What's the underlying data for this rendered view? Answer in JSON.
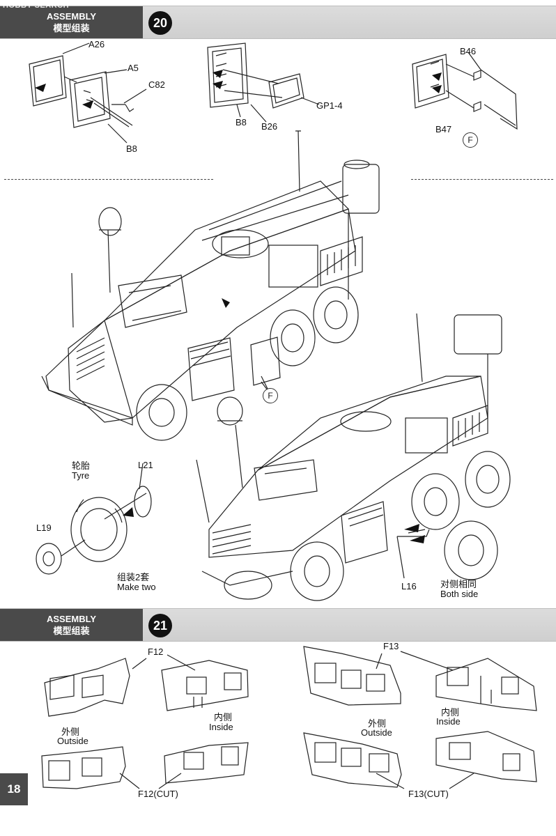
{
  "watermark": "HOBBY SEARCH",
  "page_number": "18",
  "step20": {
    "header_en": "ASSEMBLY",
    "header_cn": "模型组装",
    "number": "20",
    "labels": {
      "a26": "A26",
      "a5": "A5",
      "c82": "C82",
      "b8_left": "B8",
      "b8_mid": "B8",
      "b26": "B26",
      "gp14": "GP1-4",
      "b46": "B46",
      "b47": "B47",
      "f_top": "F",
      "f_truck": "F",
      "tyre_cn": "轮胎",
      "tyre_en": "Tyre",
      "l21": "L21",
      "l19": "L19",
      "make_two_cn": "组装2套",
      "make_two_en": "Make two",
      "l16": "L16",
      "both_side_cn": "对侧相同",
      "both_side_en": "Both side"
    }
  },
  "step21": {
    "header_en": "ASSEMBLY",
    "header_cn": "模型组装",
    "number": "21",
    "labels": {
      "f12": "F12",
      "f13": "F13",
      "outside_cn_left": "外侧",
      "outside_en_left": "Outside",
      "inside_cn_left": "内侧",
      "inside_en_left": "Inside",
      "outside_cn_right": "外侧",
      "outside_en_right": "Outside",
      "inside_cn_right": "内侧",
      "inside_en_right": "Inside",
      "f12_cut": "F12(CUT)",
      "f13_cut": "F13(CUT)"
    }
  }
}
